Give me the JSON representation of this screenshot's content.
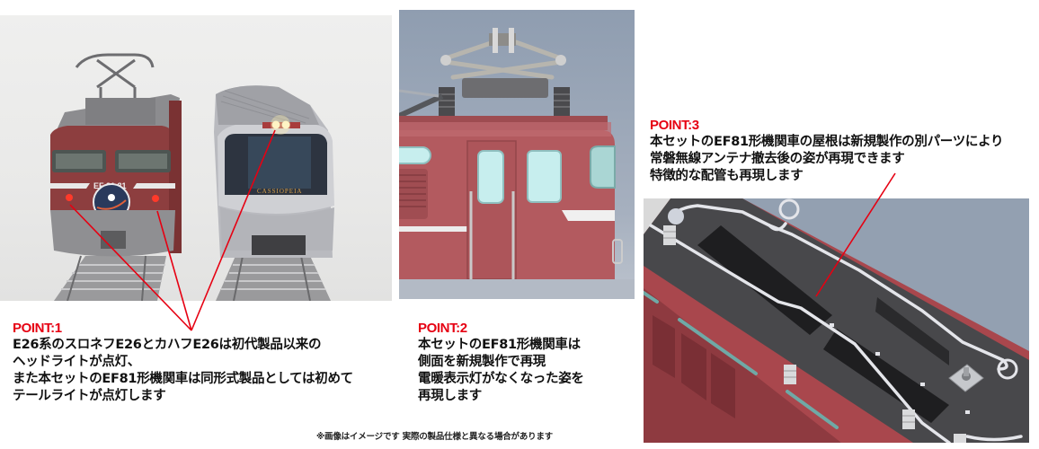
{
  "panels": {
    "photo1": {
      "subject": "EF81 locomotive and E26 series Cassiopeia car model photo",
      "loco_number_plate": "EF 81 81",
      "car_logo": "CASSIOPEIA",
      "colors": {
        "loco_body": "#8a3a3a",
        "car_body": "#c4c5ca",
        "background": "#ececeb"
      }
    },
    "render2": {
      "subject": "EF81 locomotive side CAD render",
      "colors": {
        "body": "#b45a5e",
        "background": "#9aa6b6",
        "window": "#bfeaea"
      }
    },
    "render3": {
      "subject": "EF81 locomotive roof piping CAD render",
      "colors": {
        "roof": "#4a4a4c",
        "body": "#a9474d",
        "pipe": "#e6e6ea",
        "background": "#93a0b1"
      }
    }
  },
  "points": [
    {
      "label": "POINT:1",
      "lines": [
        "E26系のスロネフE26とカハフE26は初代製品以来の",
        "ヘッドライトが点灯、",
        "また本セットのEF81形機関車は同形式製品としては初めて",
        "テールライトが点灯します"
      ]
    },
    {
      "label": "POINT:2",
      "lines": [
        "本セットのEF81形機関車は",
        "側面を新規製作で再現",
        "電暖表示灯がなくなった姿を",
        "再現します"
      ]
    },
    {
      "label": "POINT:3",
      "lines": [
        "本セットのEF81形機関車の屋根は新規製作の別パーツにより",
        "常磐無線アンテナ撤去後の姿が再現できます",
        "特徴的な配管も再現します"
      ]
    }
  ],
  "disclaimer": "※画像はイメージです 実際の製品仕様と異なる場合があります",
  "accent_color": "#e60012"
}
